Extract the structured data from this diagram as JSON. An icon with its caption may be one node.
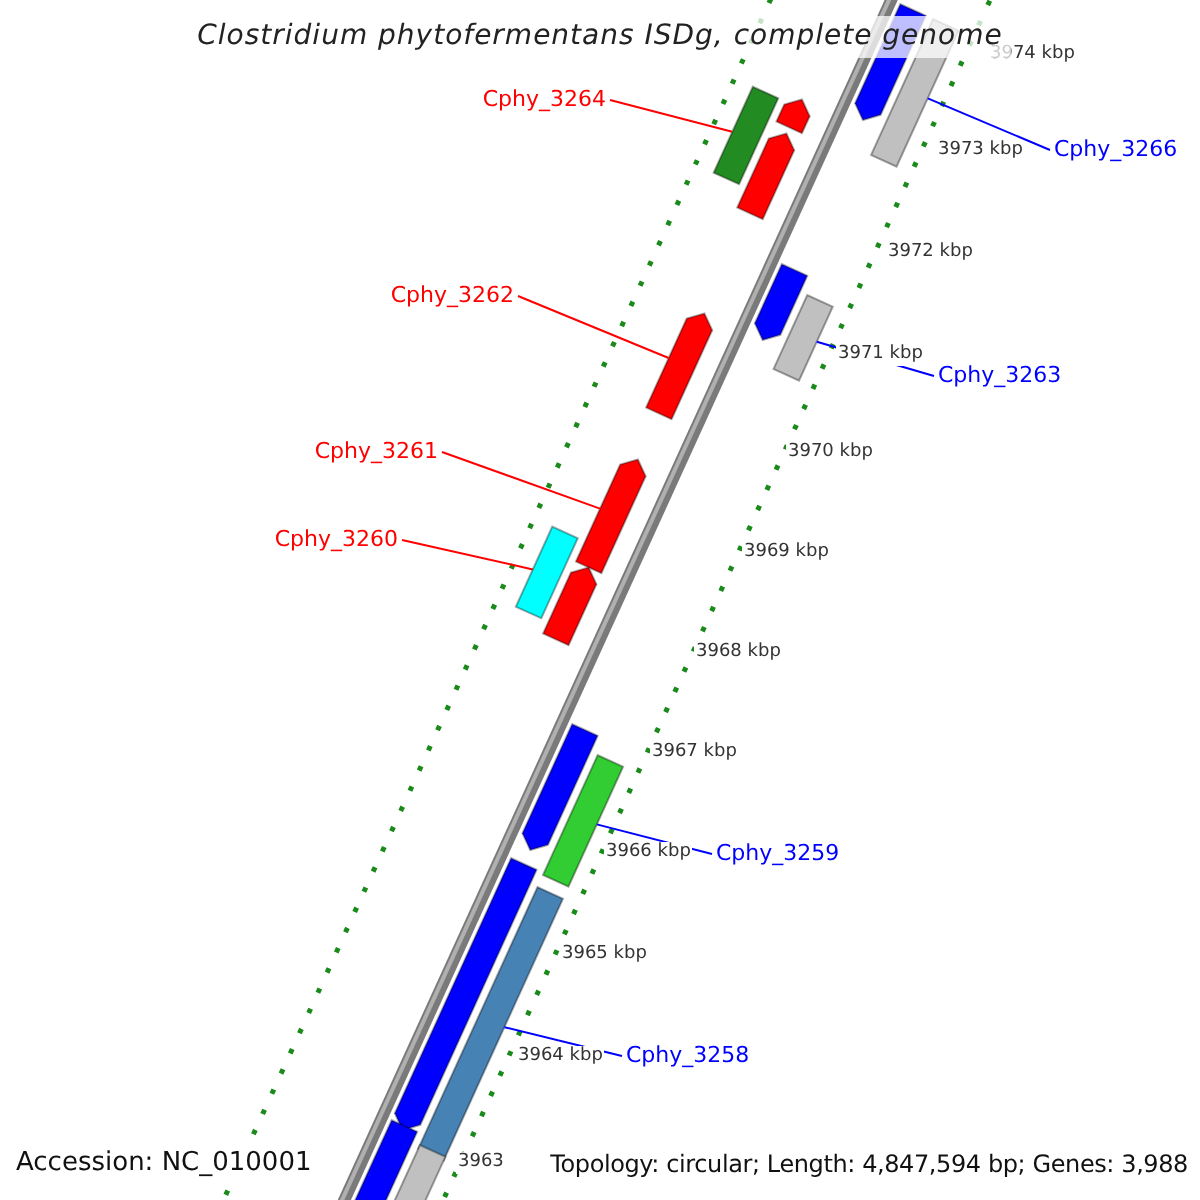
{
  "diagram": {
    "title": "Clostridium phytofermentans ISDg, complete genome",
    "nodes": [
      {
        "text": [
          "Cphy_3264"
        ]
      },
      {
        "text": [],
        "shape": "bar"
      },
      {
        "text": [],
        "shape": "bar"
      },
      {
        "text": [],
        "shape": "bar"
      },
      {
        "text": [],
        "shape": "bar"
      },
      {
        "text": [
          "Cphy_3266"
        ]
      },
      {
        "text": [],
        "shape": "bar"
      },
      {
        "text": [],
        "shape": "bar"
      },
      {
        "text": [],
        "shape": "bar"
      },
      {
        "text": [
          "Cphy_3262"
        ]
      },
      {
        "text": [
          "Cphy_3263"
        ]
      },
      {
        "text": [],
        "shape": "bar"
      },
      {
        "text": [
          "Cphy_3261"
        ]
      },
      {
        "text": [],
        "shape": "bar"
      },
      {
        "text": [
          "Cphy_3260"
        ]
      },
      {
        "text": [],
        "shape": "bar"
      },
      {
        "text": [],
        "shape": "bar"
      },
      {
        "text": [],
        "shape": "bar"
      },
      {
        "text": [],
        "shape": "bar"
      },
      {
        "text": [
          "Cphy_3259"
        ]
      },
      {
        "text": [],
        "shape": "bar"
      },
      {
        "text": [],
        "shape": "bar"
      },
      {
        "text": [
          "Cphy_3258"
        ]
      },
      {
        "text": [],
        "shape": "bar"
      },
      {
        "text": [],
        "shape": "bar"
      }
    ],
    "edges": [
      {
        "from": 0,
        "to": 4,
        "arrow": "none"
      },
      {
        "from": 5,
        "to": 2,
        "arrow": "none",
        "color": "#0000ff"
      },
      {
        "from": 9,
        "to": 11,
        "arrow": "none"
      },
      {
        "from": 10,
        "to": 8,
        "arrow": "none",
        "color": "#0000ff"
      },
      {
        "from": 12,
        "to": 13,
        "arrow": "none"
      },
      {
        "from": 14,
        "to": 15,
        "arrow": "none"
      },
      {
        "from": 19,
        "to": 18,
        "arrow": "none",
        "color": "#0000ff"
      },
      {
        "from": 22,
        "to": 21,
        "arrow": "none",
        "color": "#0000ff"
      }
    ],
    "labels": [
      "3974 kbp",
      "3973 kbp",
      "3972 kbp",
      "3971 kbp",
      "3970 kbp",
      "3969 kbp",
      "3968 kbp",
      "3967 kbp",
      "3966 kbp",
      "3965 kbp",
      "3964 kbp",
      "3963",
      "Accession: NC_010001",
      "Topology: circular; Length: 4,847,594 bp; Genes: 3,988"
    ]
  }
}
